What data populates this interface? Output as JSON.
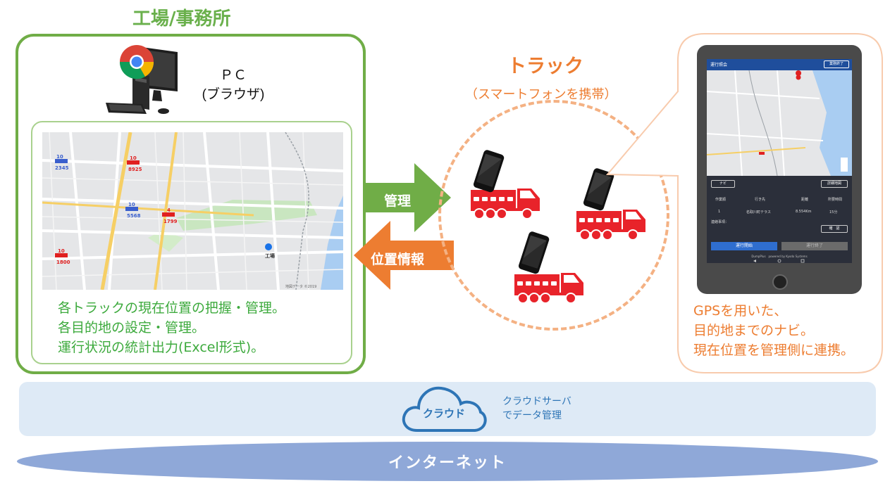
{
  "factory": {
    "title": "工場/事務所",
    "pc_label_line1": "ＰＣ",
    "pc_label_line2": "(ブラウザ)",
    "features": [
      "各トラックの現在位置の把握・管理。",
      "各目的地の設定・管理。",
      "運行状況の統計出力(Excel形式)。"
    ],
    "map_markers": [
      {
        "num": "10",
        "id": "2345",
        "color": "#3a5fcd"
      },
      {
        "num": "10",
        "id": "8925",
        "color": "#e02020"
      },
      {
        "num": "10",
        "id": "5568",
        "color": "#3a5fcd"
      },
      {
        "num": "4",
        "id": "1799",
        "color": "#e02020"
      },
      {
        "num": "10",
        "id": "1800",
        "color": "#e02020"
      }
    ],
    "map_poi_label": "工場",
    "map_copyright": "地図データ ©2019"
  },
  "arrows": {
    "manage_label": "管理",
    "position_label": "位置情報",
    "manage_color": "#70ad47",
    "position_color": "#ed7d31"
  },
  "truck": {
    "title": "トラック",
    "subtitle": "（スマートフォンを携帯）",
    "truck_color": "#e8232a"
  },
  "phone": {
    "header_title": "運行照会",
    "header_button": "業務終了",
    "navi_button": "ナビ",
    "detail_button": "詳細地図",
    "table_headers": [
      "作業順",
      "行き先",
      "距離",
      "所要時間"
    ],
    "table_row": [
      "1",
      "名取川町テラス",
      "8.554Km",
      "15分"
    ],
    "notes_label": "連絡事項：",
    "confirm_button": "確　認",
    "start_button": "運行開始",
    "end_button": "運行終了",
    "footer": "DumpPlus　powered by Kyodo Systems",
    "description": [
      "GPSを用いた、",
      "目的地までのナビ。",
      "現在位置を管理側に連携。"
    ]
  },
  "cloud": {
    "label": "クラウド",
    "desc_line1": "クラウドサーバ",
    "desc_line2": "でデータ管理"
  },
  "internet": {
    "label": "インターネット"
  }
}
